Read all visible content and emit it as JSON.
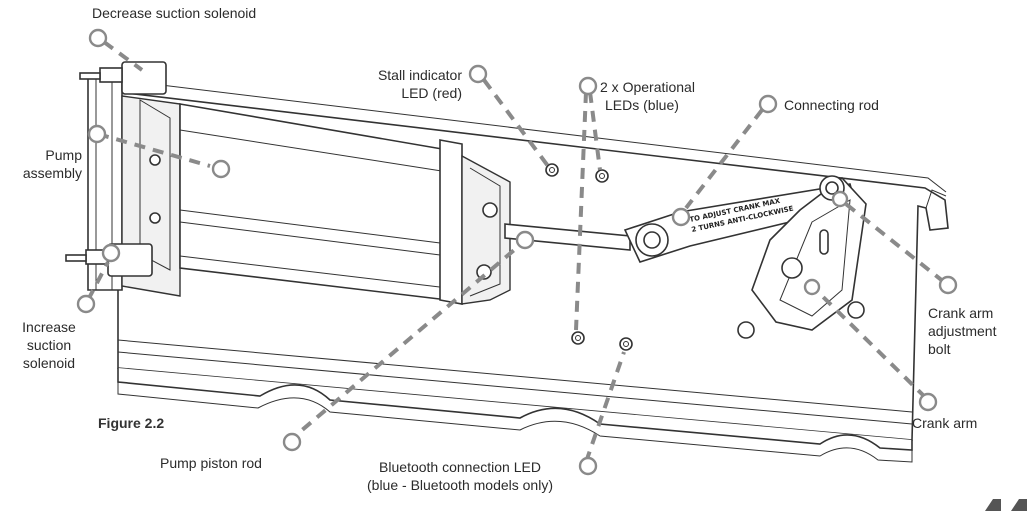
{
  "figure": {
    "caption": "Figure 2.2"
  },
  "labels": {
    "decrease_suction_solenoid": "Decrease suction solenoid",
    "stall_indicator_line1": "Stall indicator",
    "stall_indicator_line2": "LED (red)",
    "operational_leds_line1": "2 x Operational",
    "operational_leds_line2": "LEDs (blue)",
    "connecting_rod": "Connecting rod",
    "pump_assembly_line1": "Pump",
    "pump_assembly_line2": "assembly",
    "increase_suction_line1": "Increase",
    "increase_suction_line2": "suction",
    "increase_suction_line3": "solenoid",
    "crank_arm_adjustment_line1": "Crank arm",
    "crank_arm_adjustment_line2": "adjustment",
    "crank_arm_adjustment_line3": "bolt",
    "crank_arm": "Crank arm",
    "pump_piston_rod": "Pump piston rod",
    "bluetooth_led_line1": "Bluetooth connection LED",
    "bluetooth_led_line2": "(blue - Bluetooth models only)"
  },
  "crank_stamp": {
    "line1": "TO ADJUST CRANK MAX",
    "line2": "2 TURNS ANTI-CLOCKWISE"
  },
  "colors": {
    "leader": "#8a8a8a",
    "outline": "#333333"
  }
}
